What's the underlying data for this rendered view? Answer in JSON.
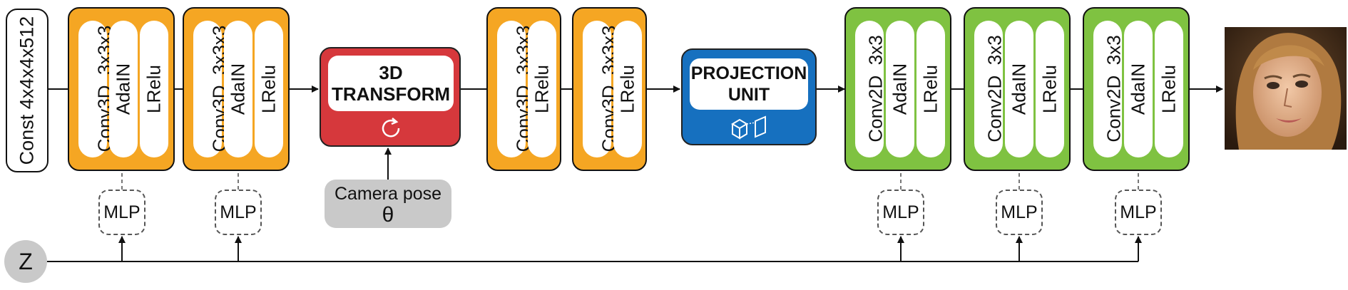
{
  "input": {
    "const_label": "Const 4x4x4x512"
  },
  "blocks_3d": [
    {
      "conv": "Conv3D",
      "kernel": "3x3x3",
      "norm": "AdaIN",
      "act": "LRelu"
    },
    {
      "conv": "Conv3D",
      "kernel": "3x3x3",
      "norm": "AdaIN",
      "act": "LRelu"
    }
  ],
  "transform": {
    "title_line1": "3D",
    "title_line2": "TRANSFORM",
    "icon": "rotate-icon"
  },
  "camera": {
    "label": "Camera pose",
    "symbol": "θ"
  },
  "blocks_3d_post": [
    {
      "conv": "Conv3D",
      "kernel": "3x3x3",
      "act": "LRelu"
    },
    {
      "conv": "Conv3D",
      "kernel": "3x3x3",
      "act": "LRelu"
    }
  ],
  "projection": {
    "title_line1": "PROJECTION",
    "title_line2": "UNIT",
    "icon": "projection-cube-icon"
  },
  "blocks_2d": [
    {
      "conv": "Conv2D",
      "kernel": "3x3",
      "norm": "AdaIN",
      "act": "LRelu"
    },
    {
      "conv": "Conv2D",
      "kernel": "3x3",
      "norm": "AdaIN",
      "act": "LRelu"
    },
    {
      "conv": "Conv2D",
      "kernel": "3x3",
      "norm": "AdaIN",
      "act": "LRelu"
    }
  ],
  "mlp_label": "MLP",
  "z_label": "Z",
  "output": {
    "image": "face-photo"
  },
  "colors": {
    "block_3d": "#f5a623",
    "block_2d": "#7fc241",
    "transform": "#d6383c",
    "projection": "#1670bf",
    "camera": "#c9c9c9"
  }
}
